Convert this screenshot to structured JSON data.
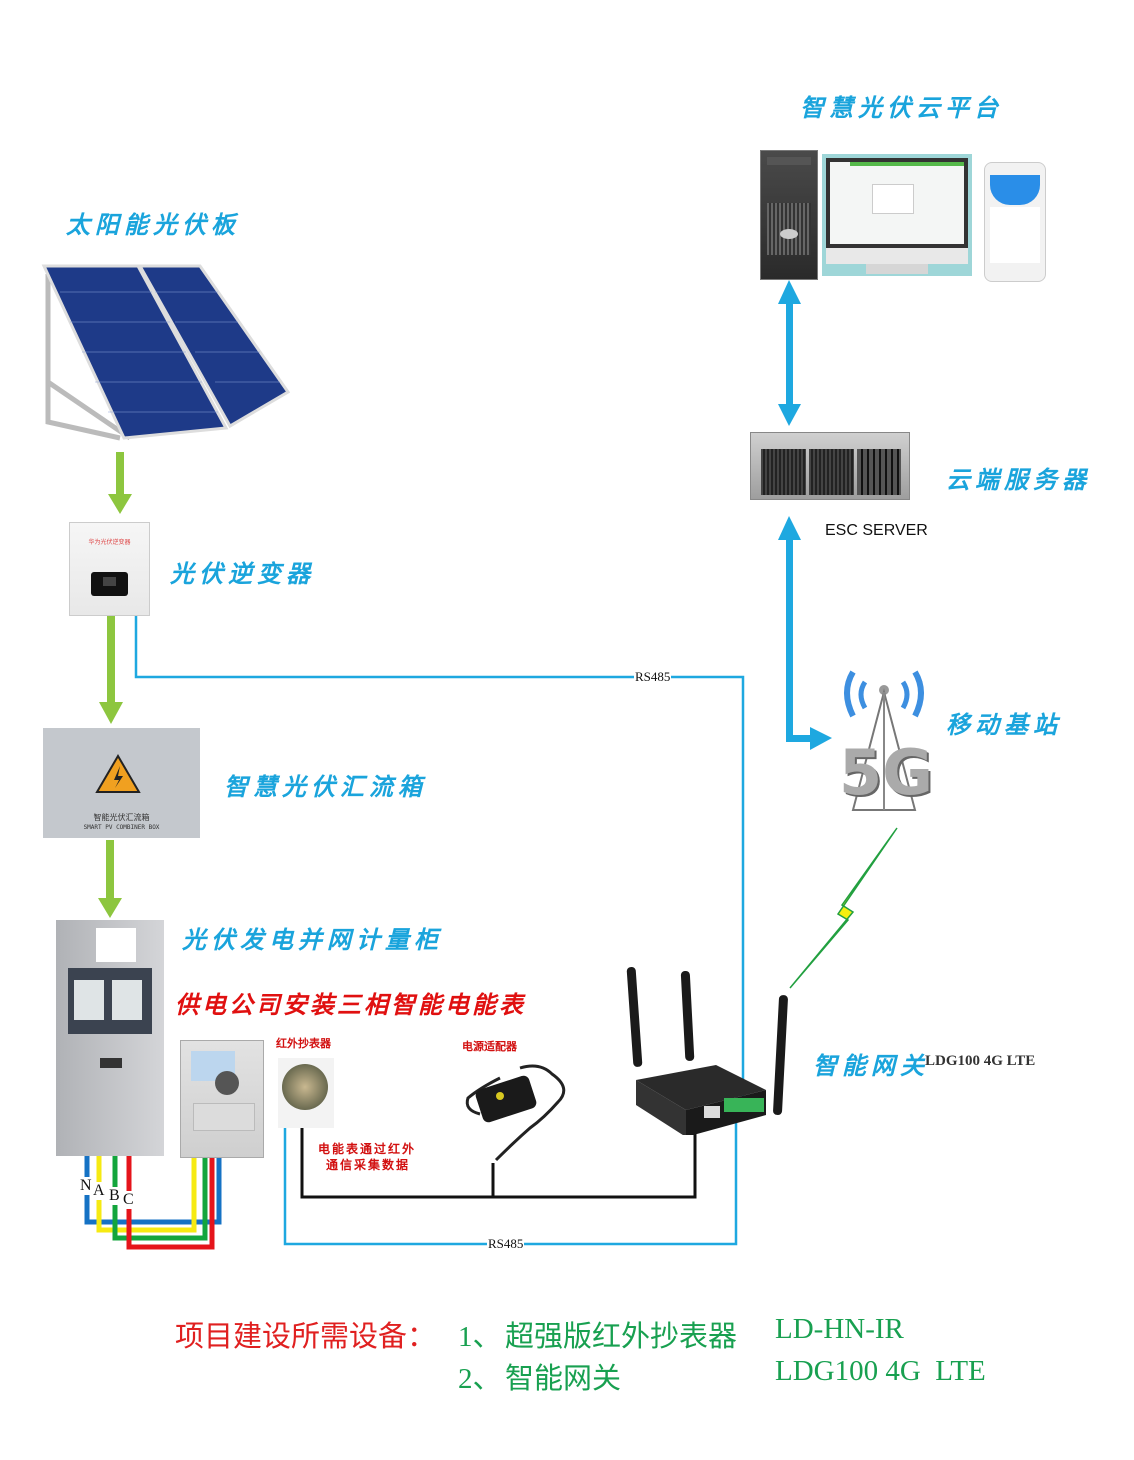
{
  "labels": {
    "cloud_platform": "智慧光伏云平台",
    "solar_panel": "太阳能光伏板",
    "inverter": "光伏逆变器",
    "combiner_box": "智慧光伏汇流箱",
    "metering_cabinet": "光伏发电并网计量柜",
    "utility_meter": "供电公司安装三相智能电能表",
    "ir_reader": "红外抄表器",
    "power_adapter": "电源适配器",
    "ir_note_line1": "电能表通过红外",
    "ir_note_line2": "通信采集数据",
    "cloud_server": "云端服务器",
    "esc_server": "ESC SERVER",
    "base_station": "移动基站",
    "gateway": "智能网关",
    "gateway_model": "LDG100  4G  LTE"
  },
  "devices": {
    "inverter_plate": "华为光伏逆变器",
    "combiner_plate_cn": "智能光伏汇流箱",
    "combiner_plate_en": "SMART PV COMBINER BOX",
    "base_station_text": "5G"
  },
  "links": {
    "rs485_top": "RS485",
    "rs485_bottom": "RS485"
  },
  "phases": [
    "N",
    "A",
    "B",
    "C"
  ],
  "colors": {
    "label_blue": "#1aa4dc",
    "flow_green": "#8dc63f",
    "signal_blue": "#1ea8e0",
    "wire_blue": "#1572c4",
    "wire_yellow": "#f6ea12",
    "wire_green": "#13a53c",
    "wire_red": "#e5141b",
    "text_red": "#e02020",
    "text_green": "#18a050"
  },
  "requirements": {
    "title": "项目建设所需设备：",
    "items": [
      {
        "index": "1、",
        "name": "超强版红外抄表器",
        "model": "LD-HN-IR"
      },
      {
        "index": "2、",
        "name": "智能网关",
        "model": "LDG100 4G  LTE"
      }
    ]
  }
}
